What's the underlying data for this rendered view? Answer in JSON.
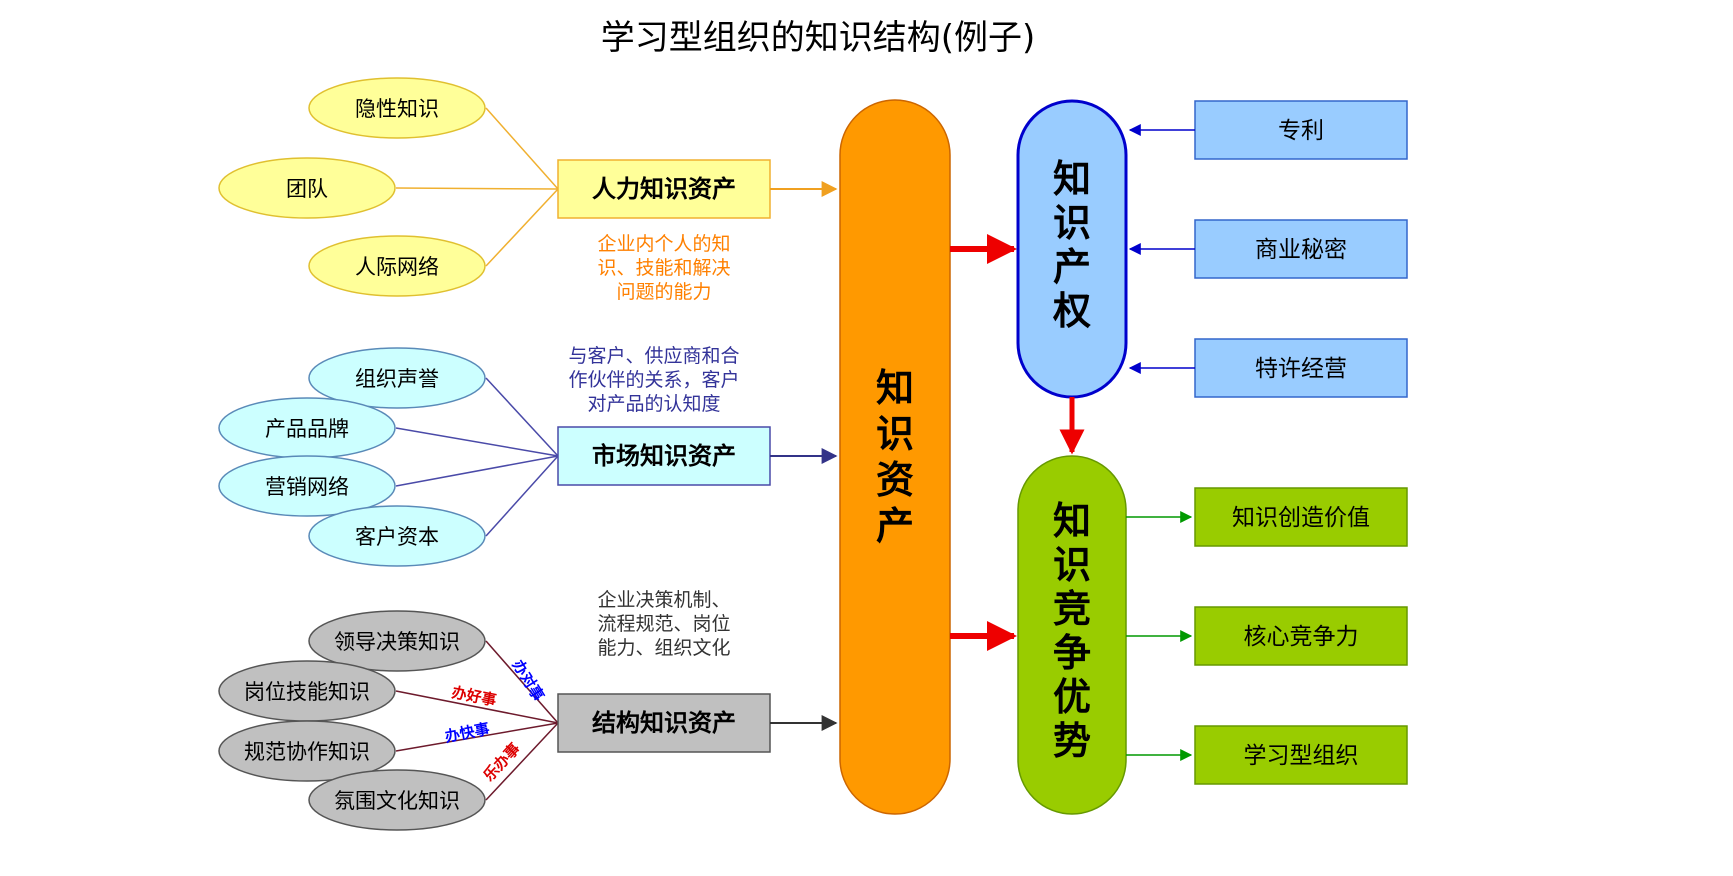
{
  "title": "学习型组织的知识结构(例子)",
  "human": {
    "leaves": [
      "隐性知识",
      "团队",
      "人际网络"
    ],
    "box": "人力知识资产",
    "desc": [
      "企业内个人的知",
      "识、技能和解决",
      "问题的能力"
    ]
  },
  "market": {
    "leaves": [
      "组织声誉",
      "产品品牌",
      "营销网络",
      "客户资本"
    ],
    "box": "市场知识资产",
    "desc": [
      "与客户、供应商和合",
      "作伙伴的关系，客户",
      "对产品的认知度"
    ]
  },
  "structure": {
    "leaves": [
      "领导决策知识",
      "岗位技能知识",
      "规范协作知识",
      "氛围文化知识"
    ],
    "box": "结构知识资产",
    "desc": [
      "企业决策机制、",
      "流程规范、岗位",
      "能力、组织文化"
    ],
    "edge_labels": [
      "办对事",
      "办好事",
      "办快事",
      "乐办事"
    ]
  },
  "center": {
    "label": [
      "知",
      "识",
      "资",
      "产"
    ]
  },
  "ip": {
    "label": [
      "知",
      "识",
      "产",
      "权"
    ],
    "sources": [
      "专利",
      "商业秘密",
      "特许经营"
    ]
  },
  "comp": {
    "label": [
      "知",
      "识",
      "竞",
      "争",
      "优",
      "势"
    ],
    "outputs": [
      "知识创造价值",
      "核心竞争力",
      "学习型组织"
    ]
  },
  "colors": {
    "human_fill": "#ffff99",
    "human_line": "#f0b030",
    "human_desc": "#ff8000",
    "market_fill": "#ccffff",
    "market_line": "#4a4aa8",
    "market_desc": "#333399",
    "struct_fill": "#c0c0c0",
    "struct_line": "#6d1a2c",
    "struct_desc": "#333333",
    "center_fill": "#ff9900",
    "center_edge": "#cc6600",
    "ip_fill": "#99ccff",
    "ip_edge": "#0000cc",
    "ip_box_fill": "#99ccff",
    "ip_box_edge": "#3366cc",
    "comp_fill": "#99cc00",
    "comp_edge": "#669900",
    "out_box_fill": "#99cc00",
    "out_box_edge": "#669900",
    "red_arrow": "#ee0000",
    "blue_arrow": "#0000cc",
    "green_arrow": "#009900",
    "edge_label_red": "#dd0000",
    "edge_label_blue": "#0000ff"
  }
}
